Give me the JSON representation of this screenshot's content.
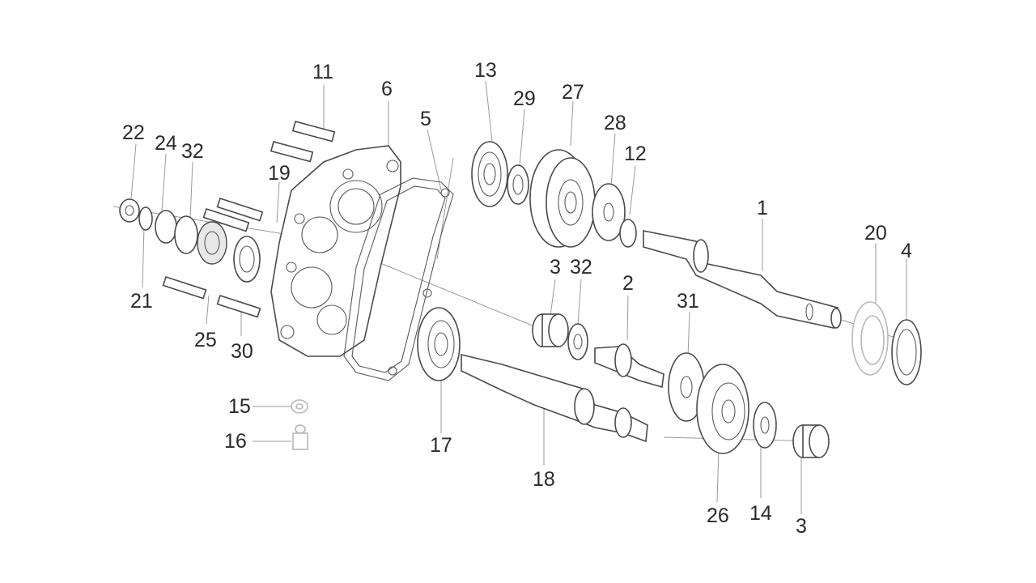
{
  "callouts": {
    "c1": "1",
    "c2": "2",
    "c3a": "3",
    "c3b": "3",
    "c4": "4",
    "c5": "5",
    "c6": "6",
    "c11": "11",
    "c12": "12",
    "c13": "13",
    "c14": "14",
    "c15": "15",
    "c16": "16",
    "c17": "17",
    "c18": "18",
    "c19": "19",
    "c20": "20",
    "c21": "21",
    "c22": "22",
    "c24": "24",
    "c25": "25",
    "c26": "26",
    "c27": "27",
    "c28": "28",
    "c29": "29",
    "c30": "30",
    "c31": "31",
    "c32a": "32",
    "c32b": "32"
  }
}
